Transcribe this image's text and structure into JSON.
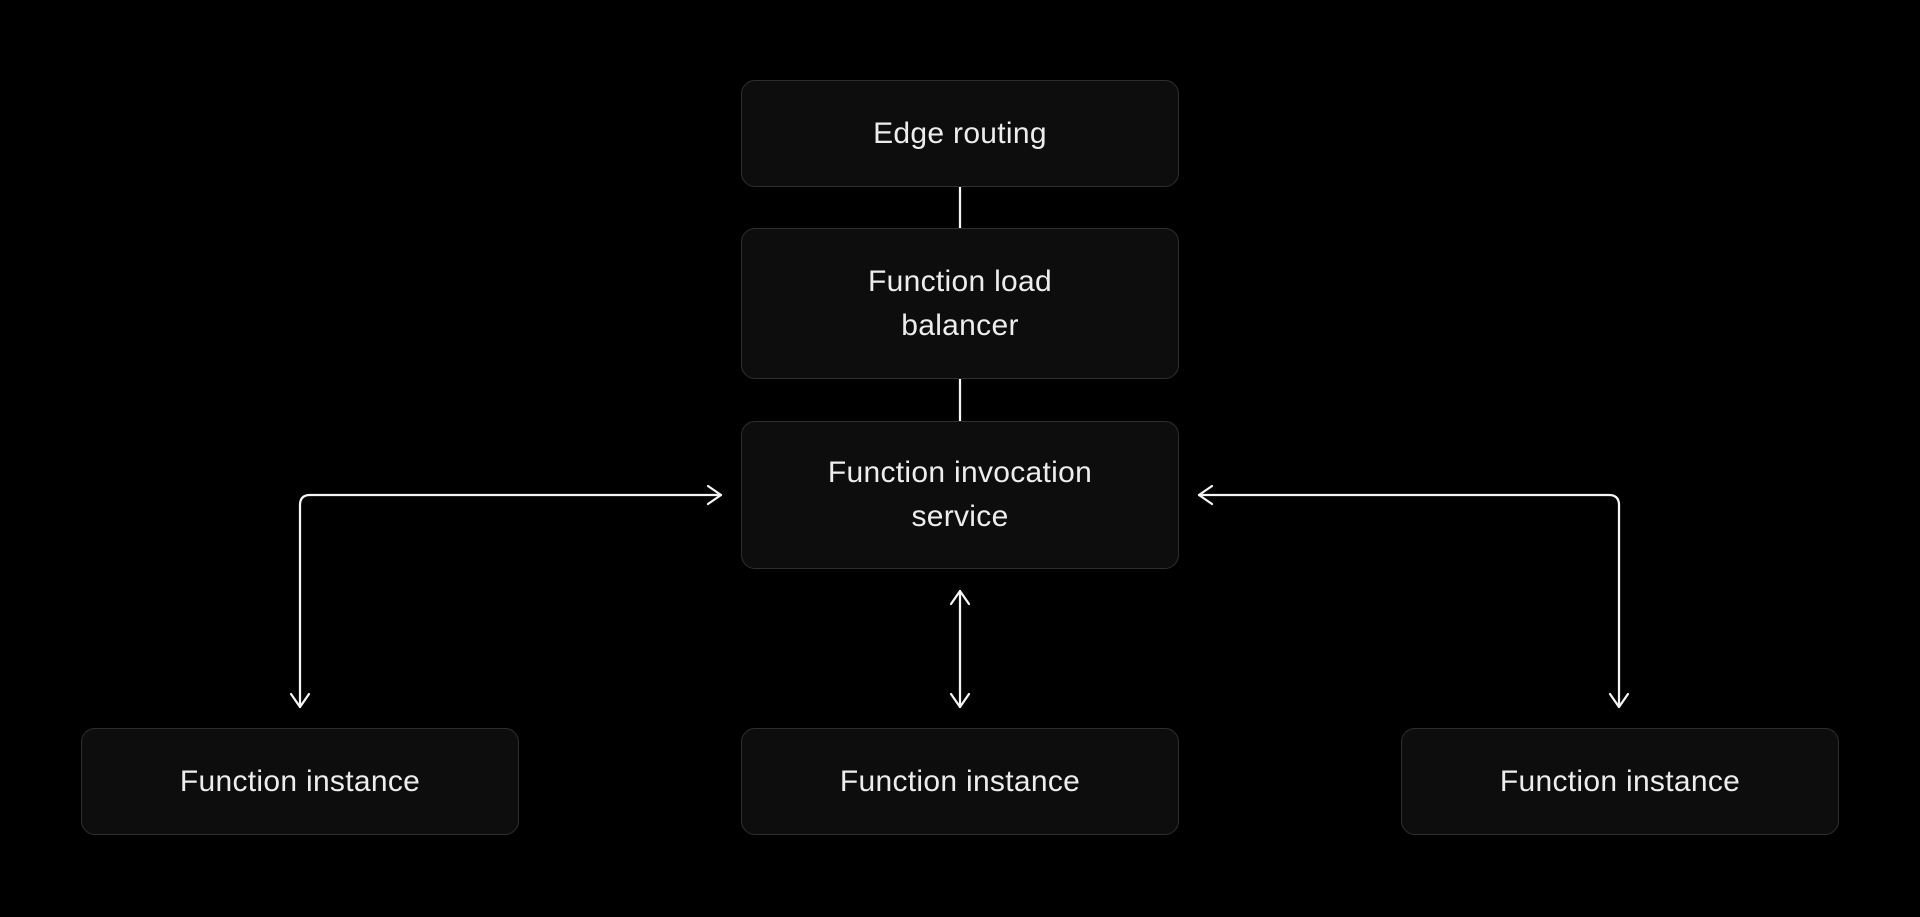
{
  "diagram": {
    "nodes": [
      {
        "id": "edge-routing",
        "label": "Edge routing"
      },
      {
        "id": "function-load-balancer",
        "label": "Function load balancer"
      },
      {
        "id": "function-invocation-service",
        "label": "Function invocation service"
      },
      {
        "id": "function-instance-left",
        "label": "Function instance"
      },
      {
        "id": "function-instance-center",
        "label": "Function instance"
      },
      {
        "id": "function-instance-right",
        "label": "Function instance"
      }
    ],
    "connectors": [
      {
        "from": "edge-routing",
        "to": "function-load-balancer",
        "style": "plain-line"
      },
      {
        "from": "function-load-balancer",
        "to": "function-invocation-service",
        "style": "plain-line"
      },
      {
        "from": "function-invocation-service",
        "to": "function-instance-center",
        "style": "double-headed-arrow"
      },
      {
        "from": "function-instance-left",
        "to": "function-invocation-service",
        "style": "elbow-double-headed-arrow"
      },
      {
        "from": "function-instance-right",
        "to": "function-invocation-service",
        "style": "elbow-double-headed-arrow"
      }
    ],
    "colors": {
      "background": "#000000",
      "node_fill": "#0d0d0d",
      "node_border": "#2e2e2e",
      "node_text": "#ededed",
      "connector": "#f5f5f5"
    }
  }
}
